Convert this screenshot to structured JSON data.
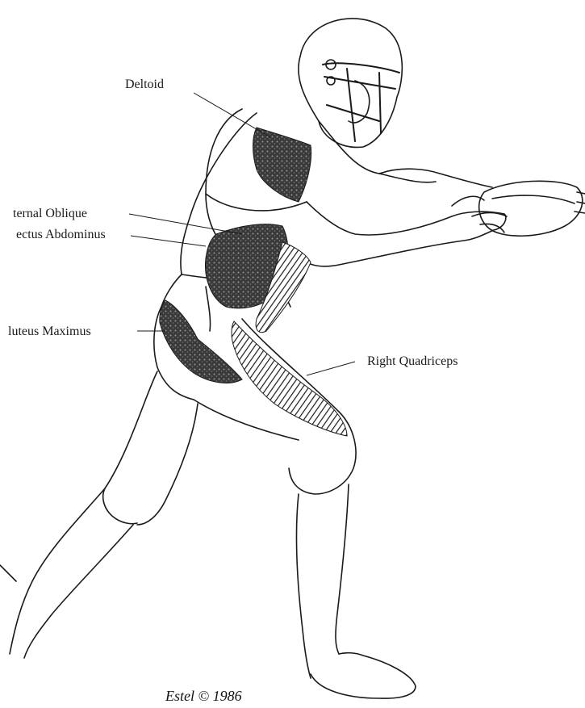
{
  "labels": {
    "deltoid": "Deltoid",
    "external_oblique": "ternal Oblique",
    "rectus_abdominus": "ectus Abdominus",
    "gluteus_maximus": "luteus Maximus",
    "right_quadriceps": "Right Quadriceps"
  },
  "signature": "Estel © 1986",
  "colors": {
    "line": "#1a1a1a",
    "muscle_shading": "#2b2b2b",
    "background": "#ffffff"
  }
}
